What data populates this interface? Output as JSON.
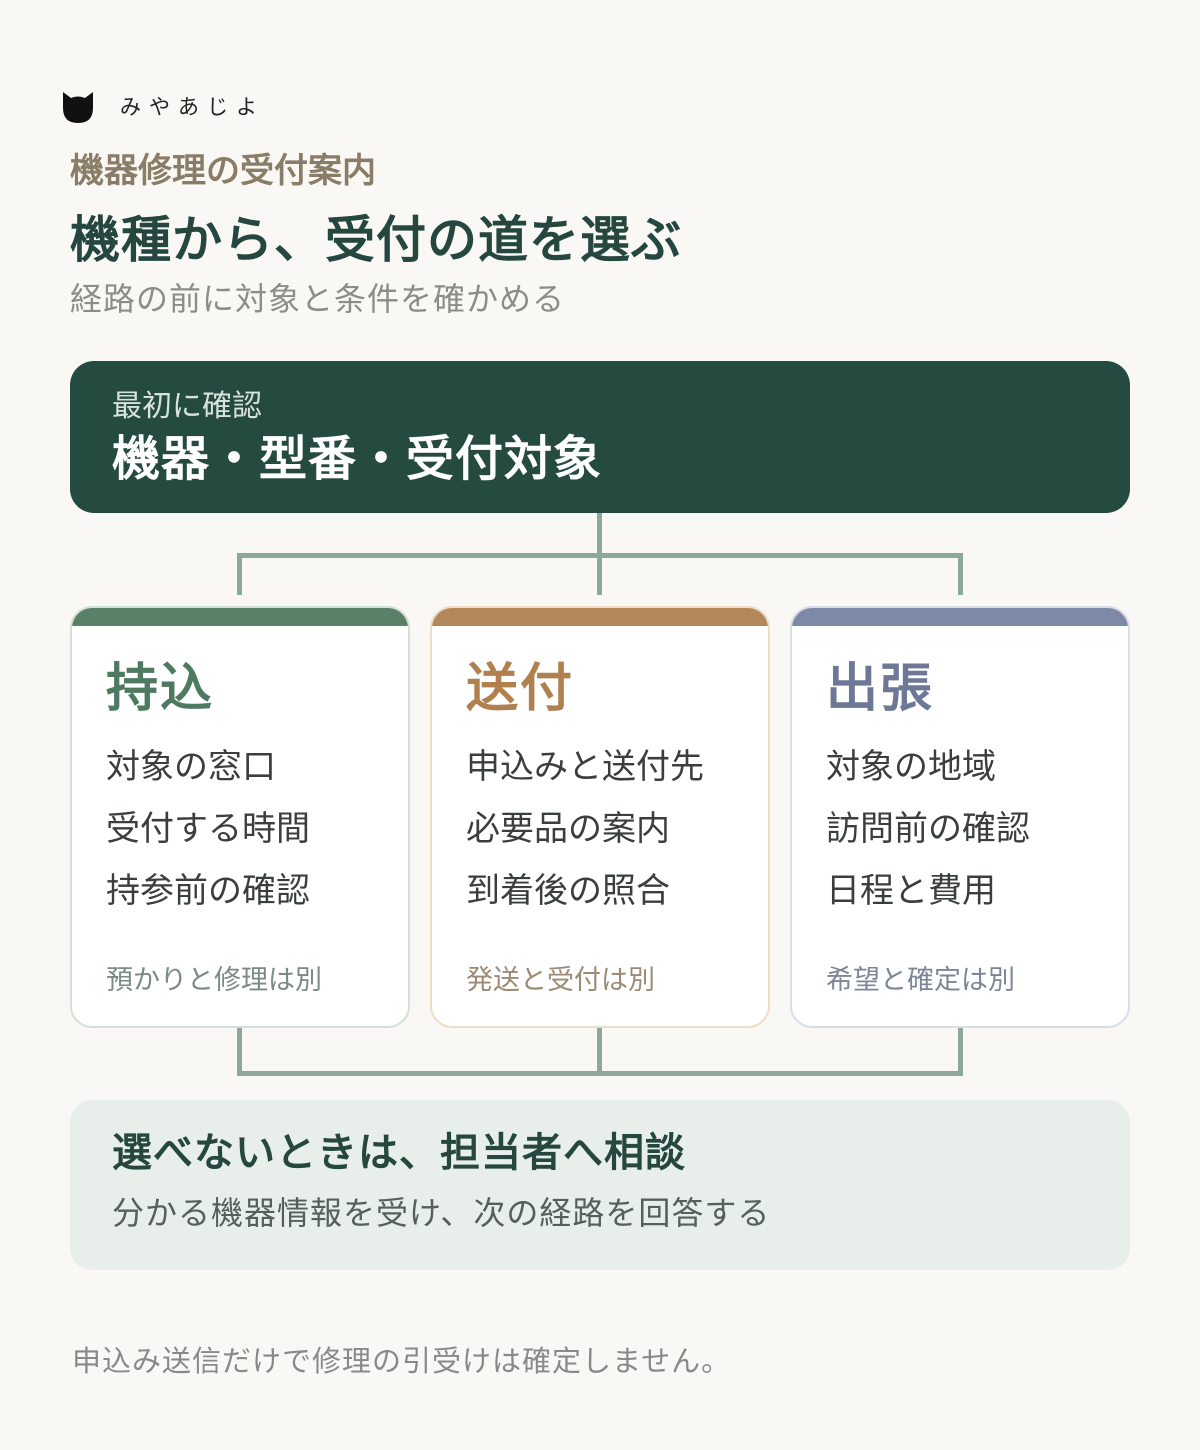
{
  "brand": {
    "name": "みやあじよ",
    "logo_icon": "cat-icon"
  },
  "header": {
    "eyebrow": "機器修理の受付案内",
    "title": "機種から、受付の道を選ぶ",
    "subtitle": "経路の前に対象と条件を確かめる"
  },
  "root": {
    "label": "最初に確認",
    "title": "機器・型番・受付対象"
  },
  "routes": [
    {
      "title": "持込",
      "items": [
        "対象の窓口",
        "受付する時間",
        "持参前の確認"
      ],
      "note": "預かりと修理は別",
      "color": "#5a8068"
    },
    {
      "title": "送付",
      "items": [
        "申込みと送付先",
        "必要品の案内",
        "到着後の照合"
      ],
      "note": "発送と受付は別",
      "color": "#b4885a"
    },
    {
      "title": "出張",
      "items": [
        "対象の地域",
        "訪問前の確認",
        "日程と費用"
      ],
      "note": "希望と確定は別",
      "color": "#7d89a6"
    }
  ],
  "fallback": {
    "title": "選べないときは、担当者へ相談",
    "text": "分かる機器情報を受け、次の経路を回答する"
  },
  "footnote": "申込み送信だけで修理の引受けは確定しません。"
}
